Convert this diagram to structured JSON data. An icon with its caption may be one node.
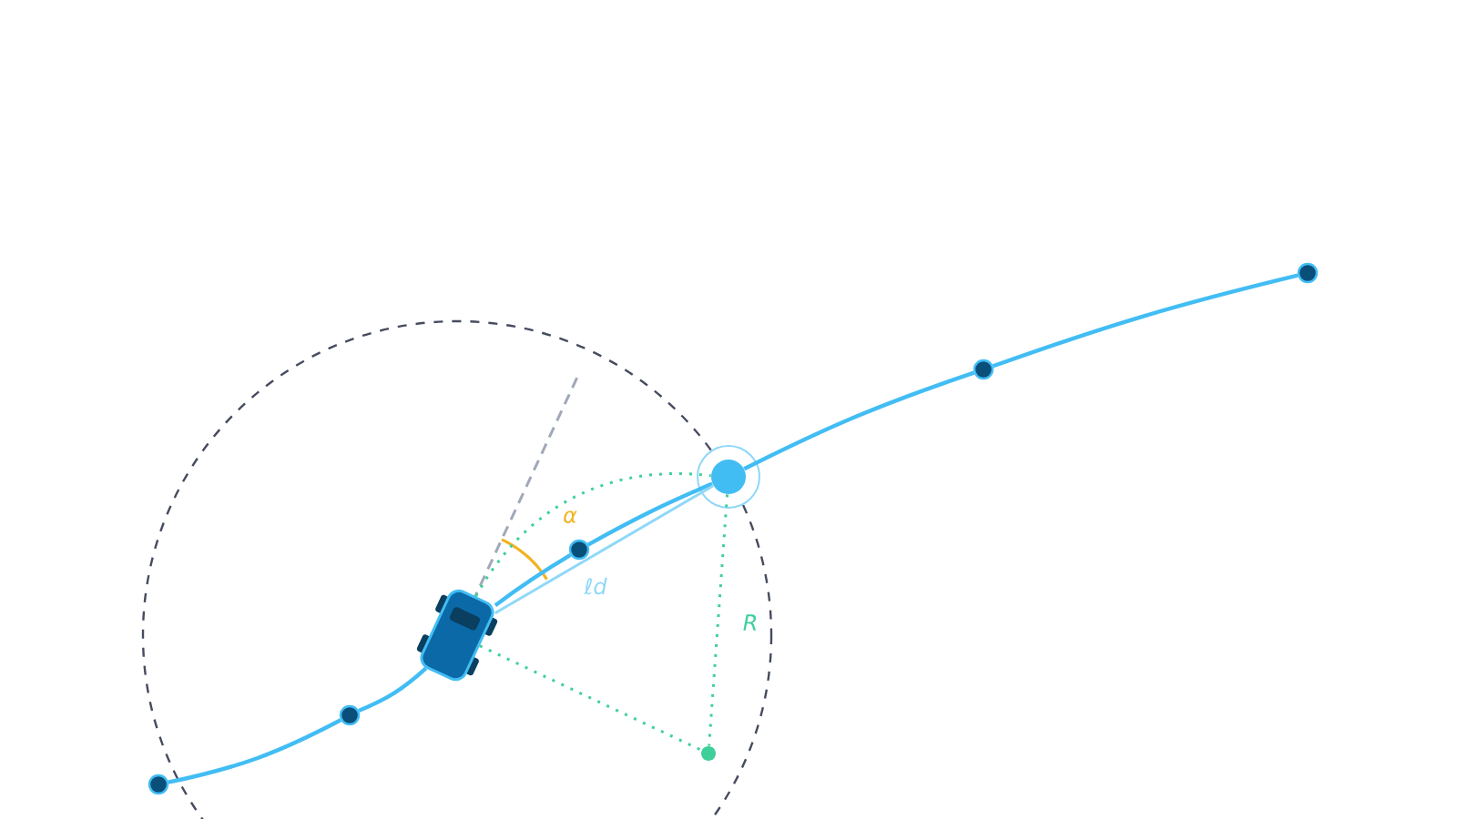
{
  "diagram": {
    "nodes": [
      {
        "text": [],
        "shape": "circle"
      },
      {
        "text": [],
        "shape": "circle"
      },
      {
        "text": [],
        "shape": "picture"
      },
      {
        "text": [],
        "shape": "circle"
      },
      {
        "text": [],
        "shape": "circle"
      },
      {
        "text": [],
        "shape": "circle"
      },
      {
        "text": [],
        "shape": "circle"
      },
      {
        "text": [],
        "shape": "circle"
      }
    ],
    "edges": [
      {
        "from": 0,
        "to": 1,
        "arrow": "none"
      },
      {
        "from": 1,
        "to": 2,
        "arrow": "none"
      },
      {
        "from": 2,
        "to": 3,
        "arrow": "none"
      },
      {
        "from": 3,
        "to": 4,
        "arrow": "none"
      },
      {
        "from": 4,
        "to": 5,
        "arrow": "none"
      },
      {
        "from": 5,
        "to": 6,
        "arrow": "none"
      },
      {
        "from": 2,
        "to": 4,
        "arrow": "none",
        "label": "ℓd",
        "color": "#8fd8f8"
      },
      {
        "from": 4,
        "to": 7,
        "arrow": "none",
        "label": "R",
        "style": "dashed",
        "color": "#3ecf9a"
      },
      {
        "from": 2,
        "to": 7,
        "arrow": "none",
        "style": "dashed",
        "color": "#3ecf9a"
      },
      {
        "from": 2,
        "to": 4,
        "arrow": "none",
        "style": "dashed",
        "color": "#3ecf9a"
      }
    ],
    "labels": [
      "α"
    ]
  }
}
